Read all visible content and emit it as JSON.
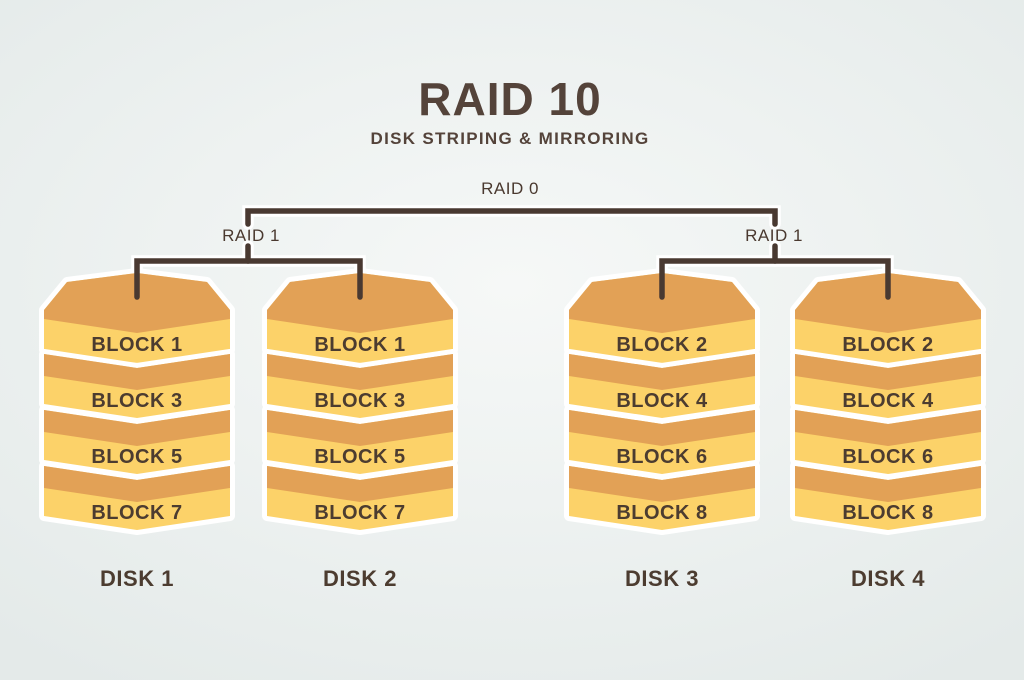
{
  "title": "RAID 10",
  "subtitle": "DISK STRIPING & MIRRORING",
  "tree": {
    "root_label": "RAID 0",
    "left_group_label": "RAID 1",
    "right_group_label": "RAID 1"
  },
  "disks": [
    {
      "name": "DISK 1",
      "blocks": [
        "BLOCK 1",
        "BLOCK 3",
        "BLOCK 5",
        "BLOCK 7"
      ]
    },
    {
      "name": "DISK 2",
      "blocks": [
        "BLOCK 1",
        "BLOCK 3",
        "BLOCK 5",
        "BLOCK 7"
      ]
    },
    {
      "name": "DISK 3",
      "blocks": [
        "BLOCK 2",
        "BLOCK 4",
        "BLOCK 6",
        "BLOCK 8"
      ]
    },
    {
      "name": "DISK 4",
      "blocks": [
        "BLOCK 2",
        "BLOCK 4",
        "BLOCK 6",
        "BLOCK 8"
      ]
    }
  ],
  "colors": {
    "disk_top": "#e2a156",
    "disk_face": "#fcd269",
    "disk_outline": "#ffffff",
    "connector_line": "#493931",
    "heading_text": "#54433a",
    "block_text": "#4c3c30",
    "background": "#e7edec"
  }
}
